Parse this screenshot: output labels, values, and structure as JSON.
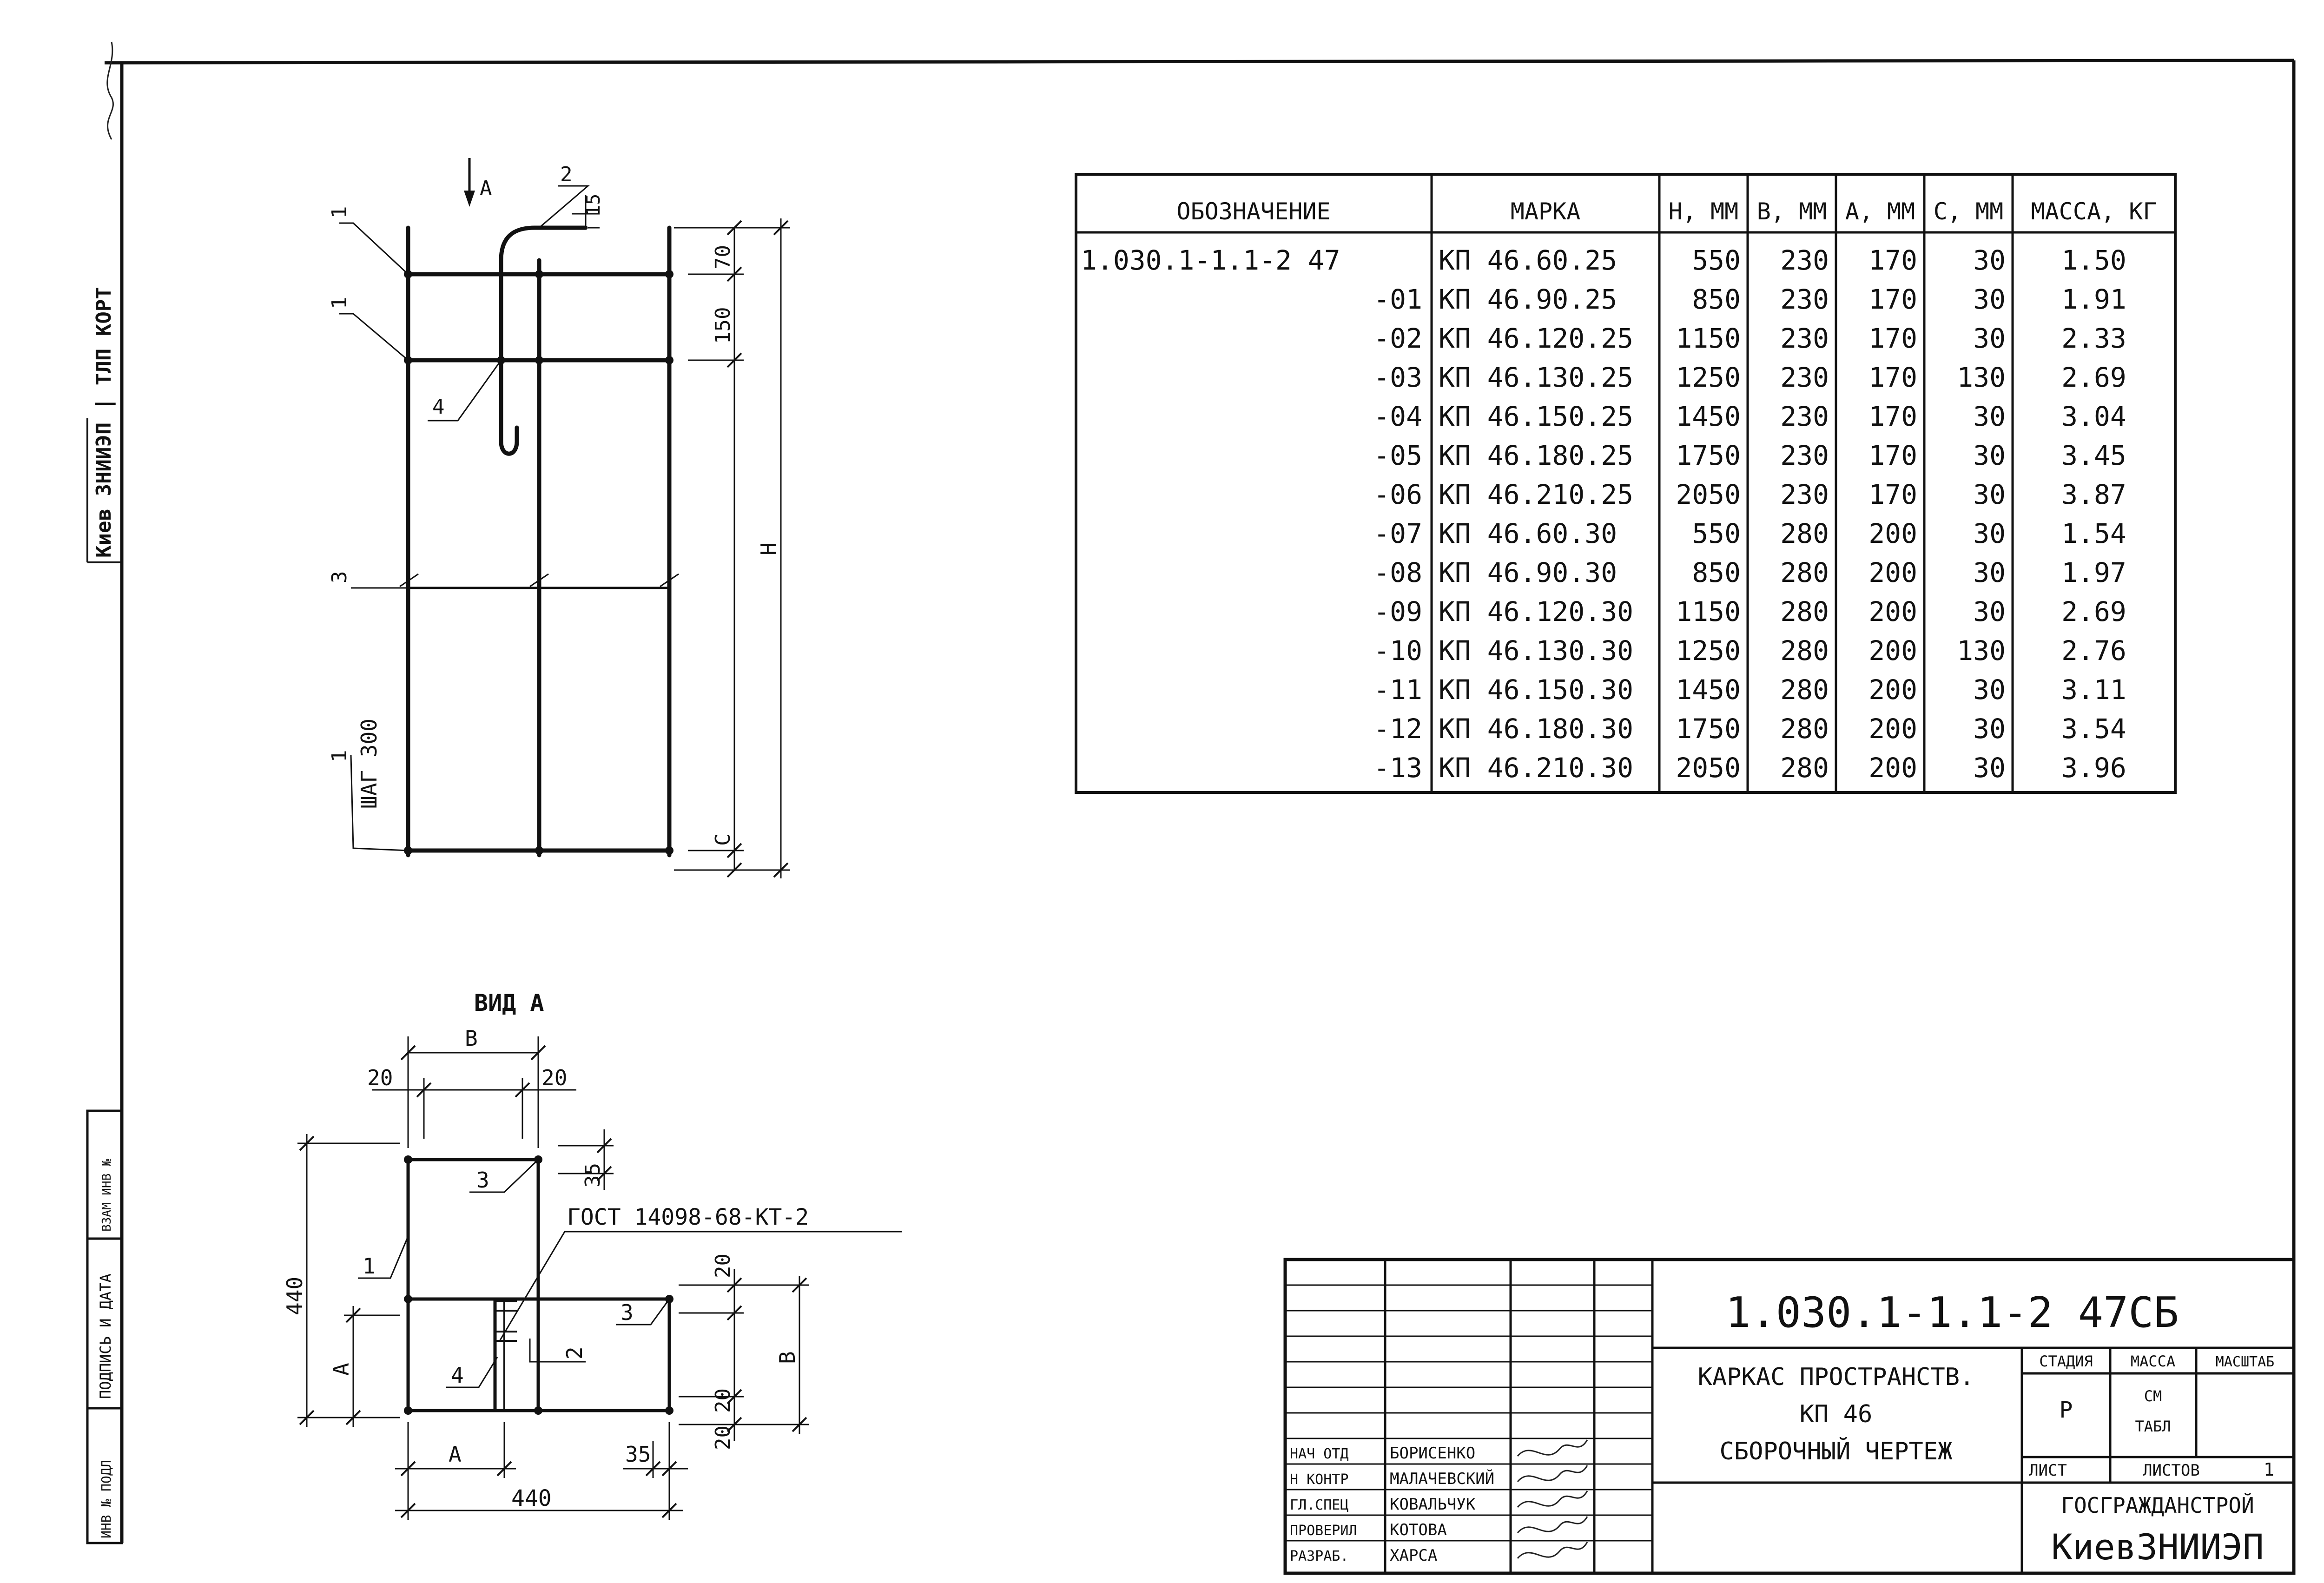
{
  "drawing": {
    "view_arrow_label": "А",
    "marks": {
      "m1": "1",
      "m2": "2",
      "m3": "3",
      "m4": "4"
    },
    "dims": {
      "d15": "15",
      "d70": "70",
      "d150": "150",
      "dH": "Н",
      "step": "ШАГ 300",
      "dC": "С"
    },
    "view_a": {
      "title": "ВИД А",
      "dB_top": "В",
      "d20_left": "20",
      "d20_right": "20",
      "d35_right": "35",
      "gost": "ГОСТ 14098-68-КТ-2",
      "d20_a": "20",
      "d440_left": "440",
      "dA_left": "А",
      "dB_right": "В",
      "d20_b": "20",
      "d20_c": "20",
      "dA_bottom": "А",
      "d35_bottom": "35",
      "d440_bottom": "440"
    }
  },
  "left_stamp": {
    "top_text": "Киев ЗНИИЭП | ТЛП КОРТ",
    "fields": [
      "ВЗАМ ИНВ №",
      "ПОДПИСЬ И ДАТА",
      "ИНВ № ПОДЛ"
    ]
  },
  "spec_table": {
    "headers": [
      "ОБОЗНАЧЕНИЕ",
      "МАРКА",
      "Н, ММ",
      "В, ММ",
      "А, ММ",
      "С, ММ",
      "МАССА, КГ"
    ],
    "rows": [
      [
        "1.030.1-1.1-2 47",
        "КП 46.60.25",
        "550",
        "230",
        "170",
        "30",
        "1.50"
      ],
      [
        "-01",
        "КП 46.90.25",
        "850",
        "230",
        "170",
        "30",
        "1.91"
      ],
      [
        "-02",
        "КП 46.120.25",
        "1150",
        "230",
        "170",
        "30",
        "2.33"
      ],
      [
        "-03",
        "КП 46.130.25",
        "1250",
        "230",
        "170",
        "130",
        "2.69"
      ],
      [
        "-04",
        "КП 46.150.25",
        "1450",
        "230",
        "170",
        "30",
        "3.04"
      ],
      [
        "-05",
        "КП 46.180.25",
        "1750",
        "230",
        "170",
        "30",
        "3.45"
      ],
      [
        "-06",
        "КП 46.210.25",
        "2050",
        "230",
        "170",
        "30",
        "3.87"
      ],
      [
        "-07",
        "КП 46.60.30",
        "550",
        "280",
        "200",
        "30",
        "1.54"
      ],
      [
        "-08",
        "КП 46.90.30",
        "850",
        "280",
        "200",
        "30",
        "1.97"
      ],
      [
        "-09",
        "КП 46.120.30",
        "1150",
        "280",
        "200",
        "30",
        "2.69"
      ],
      [
        "-10",
        "КП 46.130.30",
        "1250",
        "280",
        "200",
        "130",
        "2.76"
      ],
      [
        "-11",
        "КП 46.150.30",
        "1450",
        "280",
        "200",
        "30",
        "3.11"
      ],
      [
        "-12",
        "КП 46.180.30",
        "1750",
        "280",
        "200",
        "30",
        "3.54"
      ],
      [
        "-13",
        "КП 46.210.30",
        "2050",
        "280",
        "200",
        "30",
        "3.96"
      ]
    ]
  },
  "title_block": {
    "doc_code": "1.030.1-1.1-2 47СБ",
    "title_lines": [
      "КАРКАС ПРОСТРАНСТВ.",
      "КП 46",
      "СБОРОЧНЫЙ ЧЕРТЕЖ"
    ],
    "col_stage": "СТАДИЯ",
    "col_mass": "МАССА",
    "col_scale": "МАСШТАБ",
    "stage": "Р",
    "mass_1": "СМ",
    "mass_2": "ТАБЛ",
    "sheet": "ЛИСТ",
    "sheets": "ЛИСТОВ",
    "sheets_count": "1",
    "org_1": "ГОСГРАЖДАНСТРОЙ",
    "org_2": "КиевЗНИИЭП",
    "signers": [
      {
        "role": "НАЧ ОТД",
        "name": "БОРИСЕНКО"
      },
      {
        "role": "Н КОНТР",
        "name": "МАЛАЧЕВСКИЙ"
      },
      {
        "role": "ГЛ.СПЕЦ",
        "name": "КОВАЛЬЧУК"
      },
      {
        "role": "ПРОВЕРИЛ",
        "name": "КОТОВА"
      },
      {
        "role": "РАЗРАБ.",
        "name": "ХАРСА"
      }
    ]
  }
}
